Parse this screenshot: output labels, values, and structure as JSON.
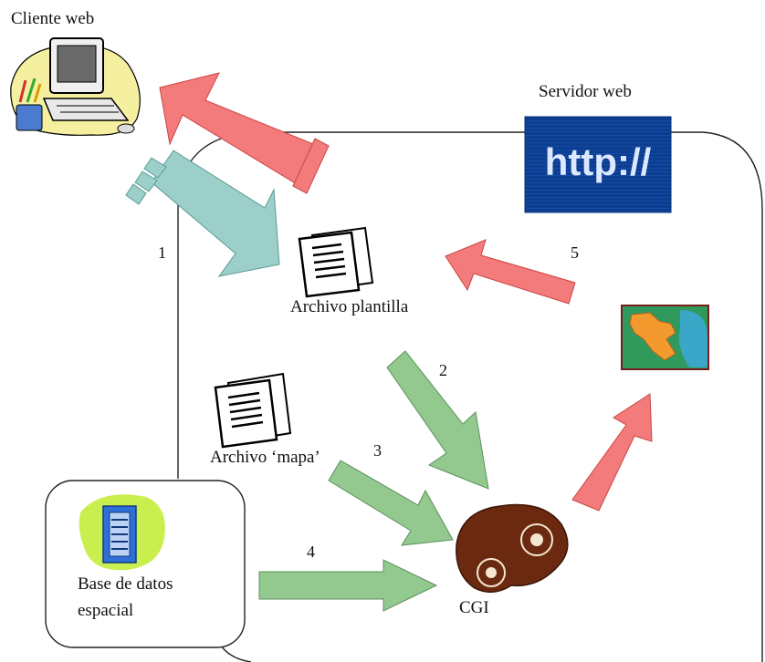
{
  "labels": {
    "client": "Cliente web",
    "server": "Servidor web",
    "template": "Archivo plantilla",
    "mapfile": "Archivo ‘mapa’",
    "database_line1": "Base de datos",
    "database_line2": "espacial",
    "cgi": "CGI",
    "http_logo": "http://"
  },
  "steps": [
    "1",
    "2",
    "3",
    "4",
    "5"
  ],
  "colors": {
    "request_arrow": "#9ccfc9",
    "response_arrow": "#f47b7b",
    "process_arrow": "#93c98f",
    "gear": "#6b2a10",
    "http_bg": "#0d3d8f",
    "map_sea": "#3aa7a0",
    "map_land": "#f29a2e"
  },
  "icons": [
    "computer-icon",
    "http-logo-icon",
    "document-icon",
    "map-image-icon",
    "server-rack-icon",
    "gears-icon"
  ]
}
